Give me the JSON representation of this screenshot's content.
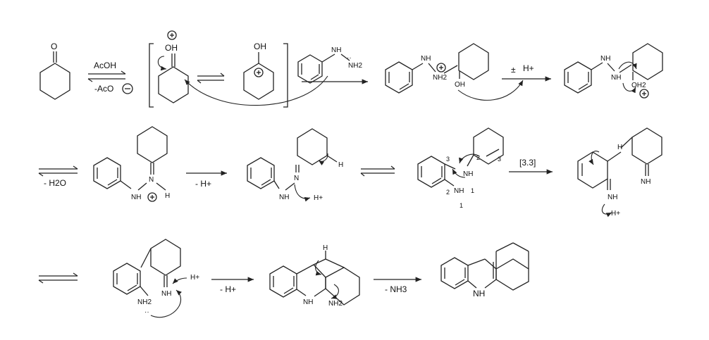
{
  "reaction": {
    "step1": {
      "reagent": "AcOH",
      "byproduct": "-AcO"
    },
    "step3": {
      "label": "H+"
    },
    "step4": {
      "label": "- H2O"
    },
    "step5": {
      "label": "- H+"
    },
    "step7": {
      "label": "[3.3]"
    },
    "step9": {
      "label": "- H+"
    },
    "step10": {
      "label": "- NH3"
    }
  },
  "atoms": {
    "O": "O",
    "OH": "OH",
    "N": "N",
    "NH": "NH",
    "NH2": "NH2",
    "H": "H",
    "Hplus": "H+",
    "OH2": "OH2",
    "plus": "+",
    "minus": "-",
    "lone_pair": "··"
  },
  "locants": [
    "1",
    "2",
    "3"
  ]
}
